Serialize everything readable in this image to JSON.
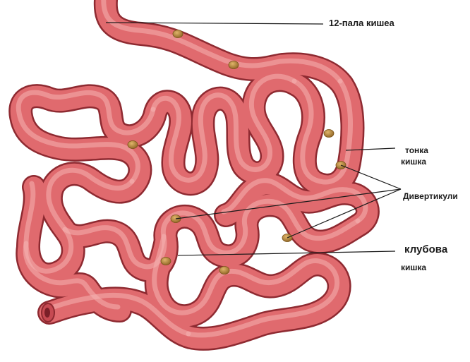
{
  "labels": {
    "duodenum": "12-пала кишеа",
    "small_intestine_line1": "тонка",
    "small_intestine_line2": "кишка",
    "diverticula": "Дивертикули",
    "ileum_line1": "клубова",
    "ileum_line2": "кишка"
  },
  "colors": {
    "background": "#ffffff",
    "intestine_outline": "#8e2a31",
    "intestine_fill": "#e06a6e",
    "intestine_highlight": "#f6b3b2",
    "diverticulum_fill": "#b5873a",
    "leader_line": "#1a1a1a"
  }
}
